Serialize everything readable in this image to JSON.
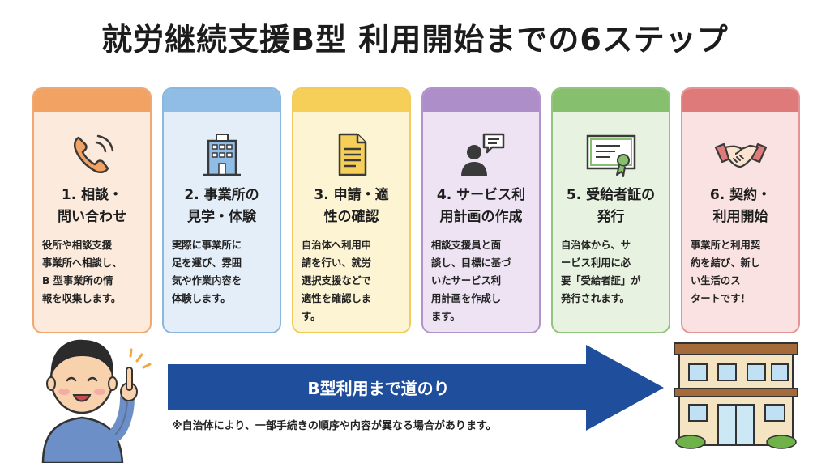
{
  "title": "就労継続支援B型 利用開始までの6ステップ",
  "steps": [
    {
      "title": "1. 相談・\n問い合わせ",
      "desc": "役所や相談支援\n事業所へ相談し、\nB 型事業所の情\n報を収集します。",
      "icon": "phone-icon",
      "color": "#f2a263"
    },
    {
      "title": "2. 事業所の\n見学・体験",
      "desc": "実際に事業所に\n足を運び、雰囲\n気や作業内容を\n体験します。",
      "icon": "office-building-icon",
      "color": "#8fbde6"
    },
    {
      "title": "3. 申請・適\n性の確認",
      "desc": "自治体へ利用申\n請を行い、就労\n選択支援などで\n適性を確認しま\nす。",
      "icon": "document-icon",
      "color": "#f5cf57"
    },
    {
      "title": "4. サービス利\n用計画の作成",
      "desc": "相談支援員と面\n談し、目標に基づ\nいたサービス利\n用計画を作成し\nます。",
      "icon": "consultant-chat-icon",
      "color": "#ad8ec9"
    },
    {
      "title": "5. 受給者証の\n発行",
      "desc": "自治体から、サ\nービス利用に必\n要「受給者証」が\n発行されます。",
      "icon": "certificate-icon",
      "color": "#86c06f"
    },
    {
      "title": "6. 契約・\n利用開始",
      "desc": "事業所と利用契\n約を結び、新し\nい生活のス\nタートです！",
      "icon": "handshake-icon",
      "color": "#df7a7a"
    }
  ],
  "arrow_label": "B型利用まで道のり",
  "note": "※自治体により、一部手続きの順序や内容が異なる場合があります。",
  "illustrations": {
    "left": "pointing-man-icon",
    "right": "facility-building-icon"
  }
}
